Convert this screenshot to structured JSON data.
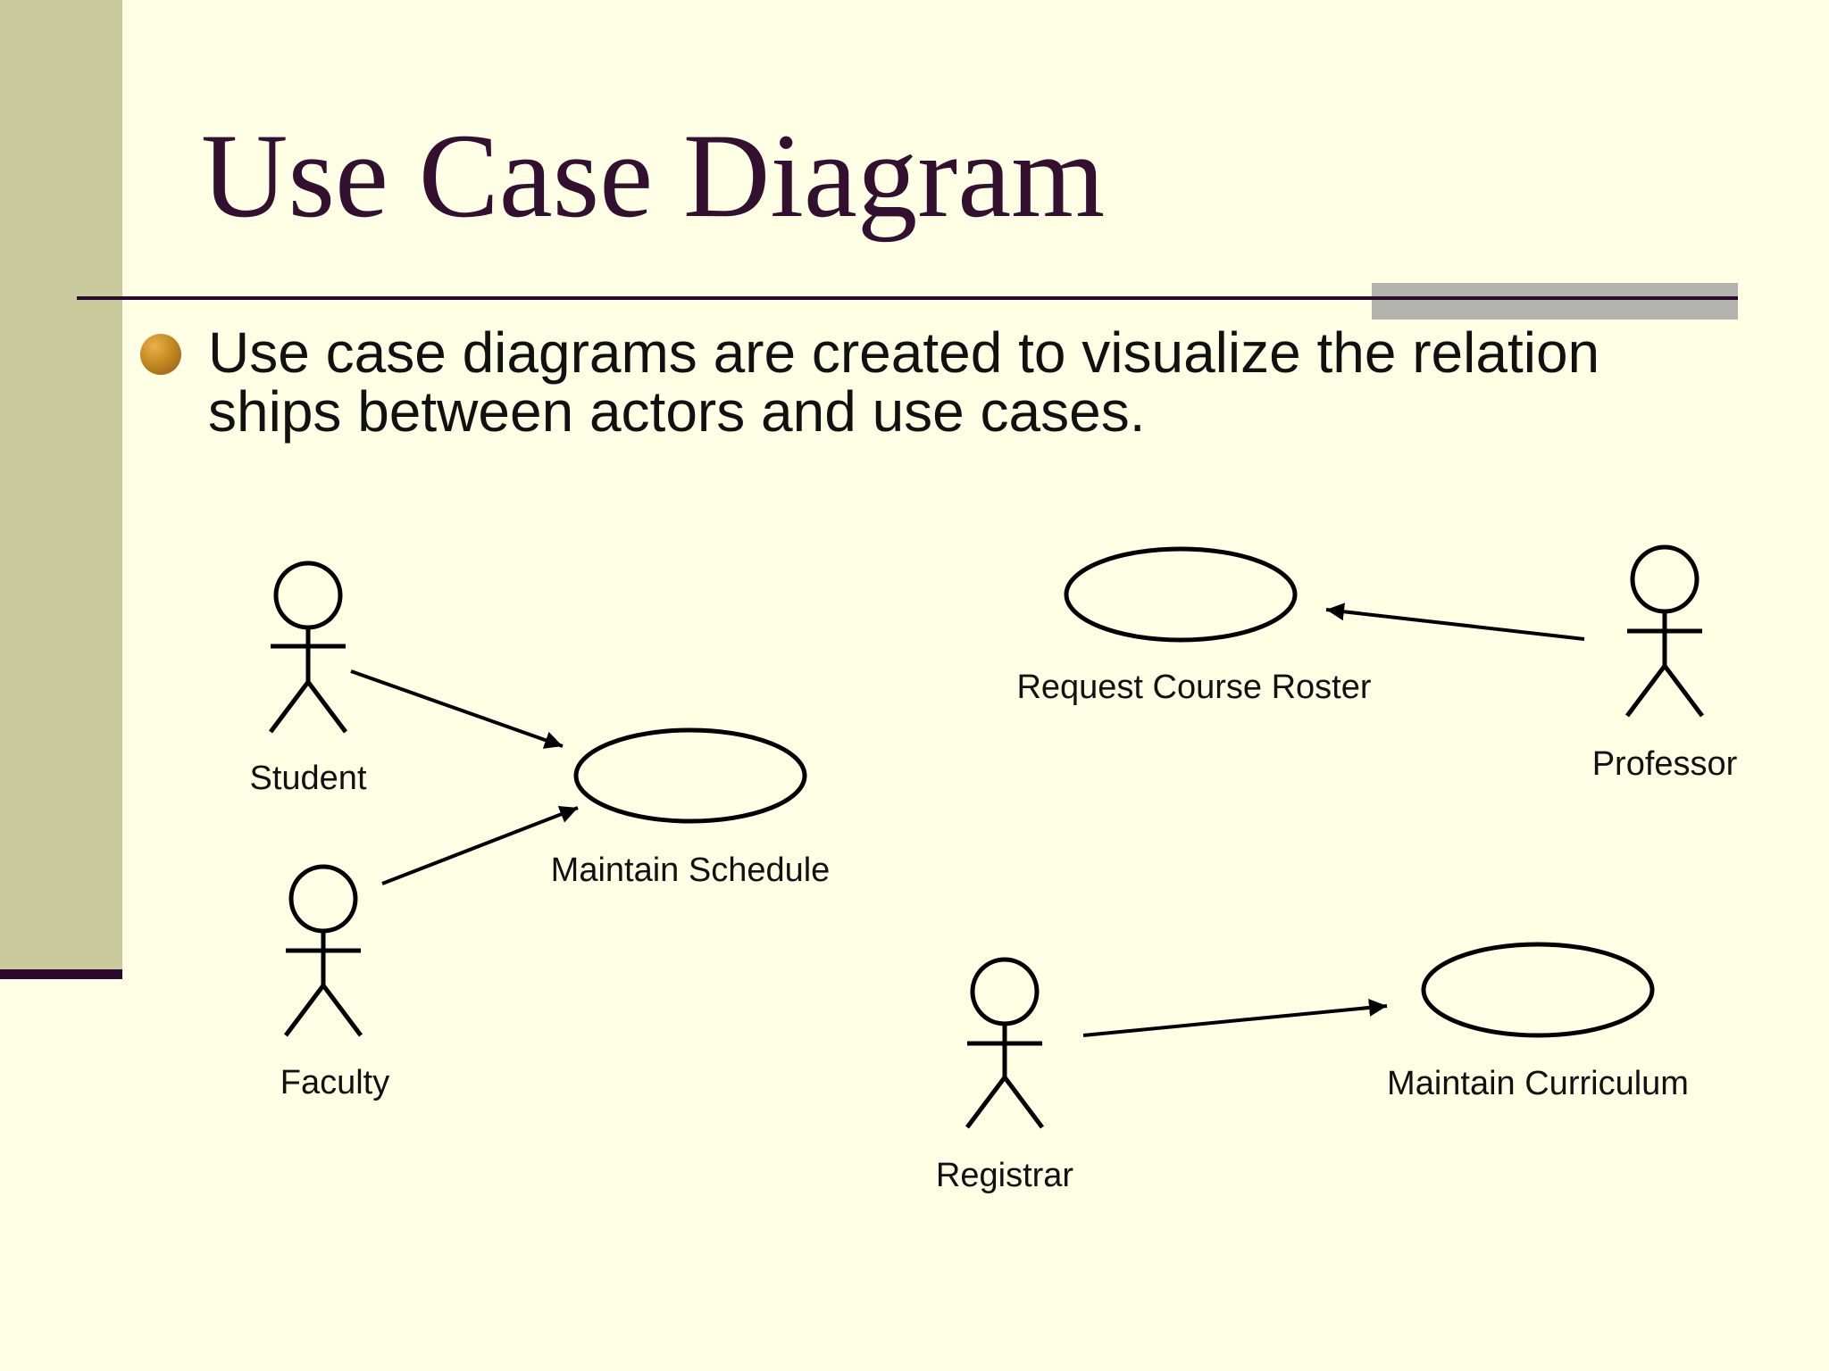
{
  "slide": {
    "title": "Use Case Diagram",
    "bullet": "Use case diagrams are created to visualize the relation ships between actors and use cases."
  },
  "actors": {
    "student": "Student",
    "faculty": "Faculty",
    "professor": "Professor",
    "registrar": "Registrar"
  },
  "use_cases": {
    "maintain_schedule": "Maintain Schedule",
    "request_course_roster": "Request Course Roster",
    "maintain_curriculum": "Maintain Curriculum"
  },
  "colors": {
    "background": "#FFFFE5",
    "side_bar": "#CACB9C",
    "title": "#33102F",
    "rule": "#2B0A2E",
    "rule_accent": "#B3B3AE",
    "bullet": "#C58A21"
  }
}
